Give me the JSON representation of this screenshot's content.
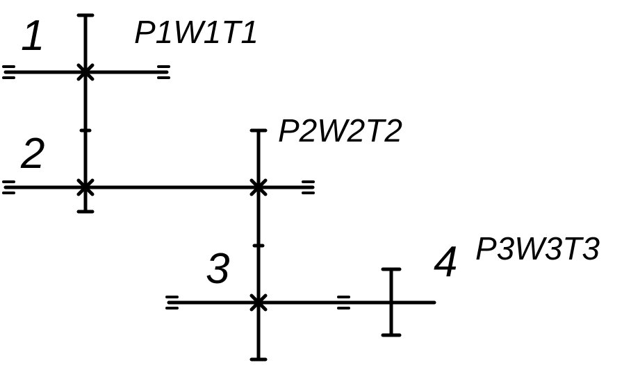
{
  "diagram": {
    "shaft_numbers": [
      "1",
      "2",
      "3",
      "4"
    ],
    "labels": [
      "P1W1T1",
      "P2W2T2",
      "P3W3T3"
    ],
    "colors": {
      "line": "#000000",
      "background": "#ffffff"
    }
  }
}
